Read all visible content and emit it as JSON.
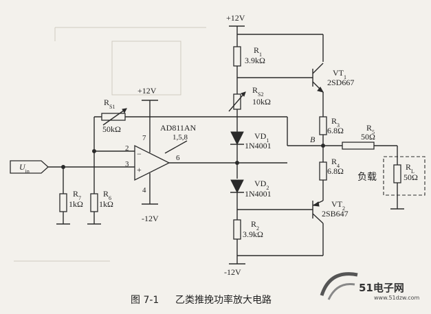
{
  "supply": {
    "top_rail": "+12V",
    "bottom_rail": "-12V",
    "opamp_pos": "+12V",
    "opamp_neg": "-12V"
  },
  "input": {
    "main": "U",
    "sub": "in"
  },
  "node_b": "B",
  "opamp": {
    "part": "AD811AN",
    "pins_top": "1,5,8",
    "pin7": "7",
    "pin4": "4",
    "pin2": "2",
    "pin3": "3",
    "pin6": "6",
    "inv_sign": "−",
    "noninv_sign": "+"
  },
  "components": {
    "R1": {
      "name": "R",
      "sub": "1",
      "value": "3.9kΩ"
    },
    "RS2": {
      "name": "R",
      "sub": "S2",
      "value": "10kΩ"
    },
    "VD1": {
      "name": "VD",
      "sub": "1",
      "part": "1N4001"
    },
    "VD2": {
      "name": "VD",
      "sub": "2",
      "part": "1N4001"
    },
    "R2": {
      "name": "R",
      "sub": "2",
      "value": "3.9kΩ"
    },
    "RS1": {
      "name": "R",
      "sub": "S1",
      "value": "50kΩ"
    },
    "R7": {
      "name": "R",
      "sub": "7",
      "value": "1kΩ"
    },
    "R6": {
      "name": "R",
      "sub": "6",
      "value": "1kΩ"
    },
    "VT1": {
      "name": "VT",
      "sub": "1",
      "part": "2SD667"
    },
    "VT2": {
      "name": "VT",
      "sub": "2",
      "part": "2SB647"
    },
    "R3": {
      "name": "R",
      "sub": "3",
      "value": "6.8Ω"
    },
    "R4": {
      "name": "R",
      "sub": "4",
      "value": "6.8Ω"
    },
    "R5": {
      "name": "R",
      "sub": "5",
      "value": "50Ω"
    },
    "RL": {
      "name": "R",
      "sub": "L",
      "value": "50Ω"
    }
  },
  "load_label": "负载",
  "caption": {
    "number": "图 7-1",
    "title": "乙类推挽功率放大电路"
  },
  "watermark": {
    "brand": "51电子网",
    "url": "www.51dzw.com"
  }
}
